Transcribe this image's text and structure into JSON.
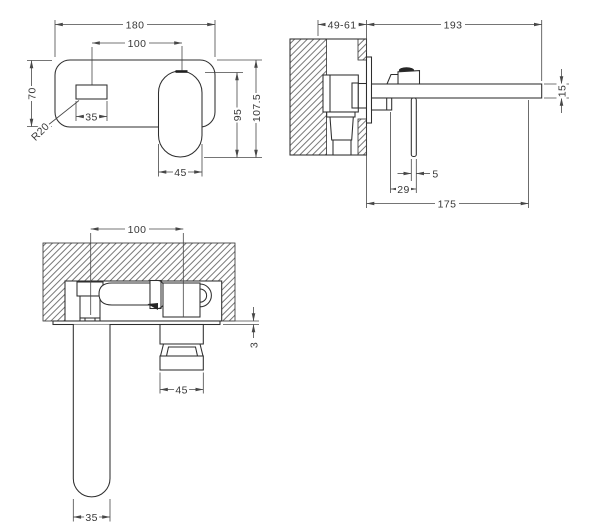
{
  "colors": {
    "background": "#ffffff",
    "line": "#2e2e2e",
    "dimension_line": "#474747",
    "text": "#383838"
  },
  "front_view": {
    "plate_width": "180",
    "centres_spacing": "100",
    "plate_height": "70",
    "outlet_width": "35",
    "corner_radius": "R20",
    "handle_width": "45",
    "handle_height": "95",
    "overall_height": "107.5"
  },
  "side_view": {
    "recess_depth_range": "49-61",
    "spout_length": "193",
    "spout_thickness": "15",
    "lever_thickness": "5",
    "lever_offset": "29",
    "spout_reach": "175"
  },
  "plan_view": {
    "centres_spacing": "100",
    "plate_thickness": "3",
    "handle_width": "45",
    "spout_width": "35"
  }
}
